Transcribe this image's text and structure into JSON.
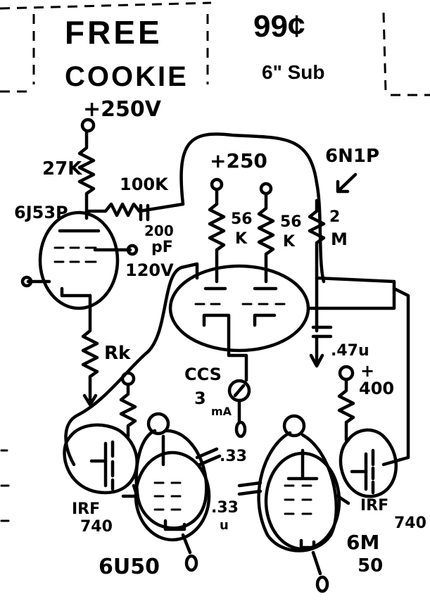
{
  "coupon": {
    "left_line1": "FREE",
    "left_line2": "COOKIE",
    "price": "99¢",
    "item": "6\" Sub"
  },
  "labels": {
    "supply_left": "+250V",
    "r_27k": "27K",
    "tube_6j53p": "6J53P",
    "r_100k": "100K",
    "cap_200pf_a": "200",
    "cap_200pf_b": "pF",
    "v_120": "120V",
    "supply_mid": "+250",
    "r_56k_1a": "56",
    "r_56k_1b": "K",
    "r_56k_2a": "56",
    "r_56k_2b": "K",
    "tube_6n1p": "6N1P",
    "r_2m_a": "2",
    "r_2m_b": "M",
    "rk": "Rk",
    "ccs_a": "CCS",
    "ccs_b": "3",
    "ccs_c": "mA",
    "cap_47": ".47u",
    "v_400_a": "+",
    "v_400_b": "400",
    "cap_33_a": ".33",
    "cap_33_b": ".33",
    "cap_33_c": "u",
    "irf_left_a": "IRF",
    "irf_left_b": "740",
    "irf_right_a": "IRF",
    "irf_right_b": "740",
    "tube_6u50": "6U50",
    "tube_6m50_a": "6M",
    "tube_6m50_b": "50"
  }
}
